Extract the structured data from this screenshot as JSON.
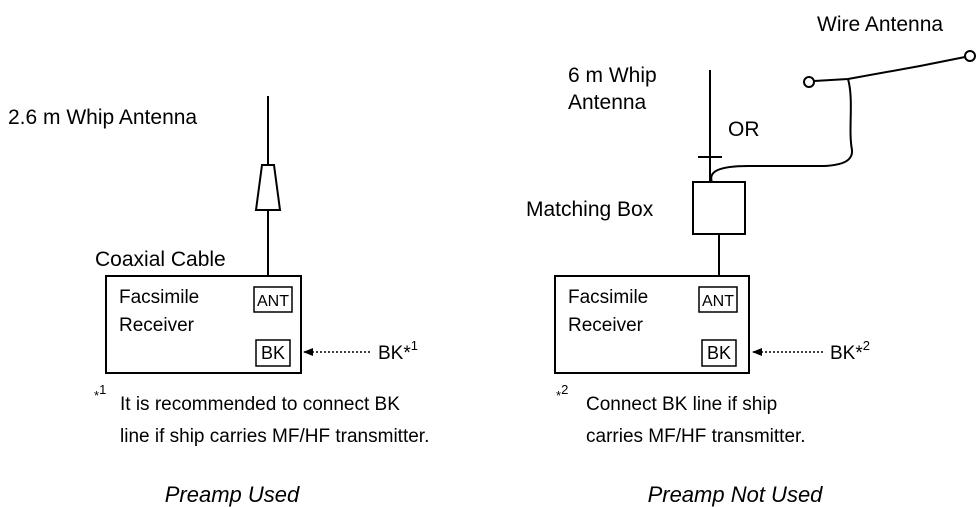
{
  "left": {
    "antenna_label": "2.6 m Whip Antenna",
    "cable_label": "Coaxial Cable",
    "receiver_line1": "Facsimile",
    "receiver_line2": "Receiver",
    "ant_port": "ANT",
    "bk_port": "BK",
    "bk_ext": "BK*",
    "bk_sup": "1",
    "note_star": "*",
    "note_sup": "1",
    "note_line1": "It is recommended to connect BK",
    "note_line2": "line if ship carries MF/HF transmitter.",
    "caption": "Preamp Used"
  },
  "right": {
    "wire_label": "Wire Antenna",
    "whip_line1": "6 m Whip",
    "whip_line2": "Antenna",
    "or_label": "OR",
    "matching_label": "Matching Box",
    "receiver_line1": "Facsimile",
    "receiver_line2": "Receiver",
    "ant_port": "ANT",
    "bk_port": "BK",
    "bk_ext": "BK*",
    "bk_sup": "2",
    "note_star": "*",
    "note_sup": "2",
    "note_line1": "Connect BK line if ship",
    "note_line2": "carries MF/HF transmitter.",
    "caption": "Preamp Not Used"
  }
}
